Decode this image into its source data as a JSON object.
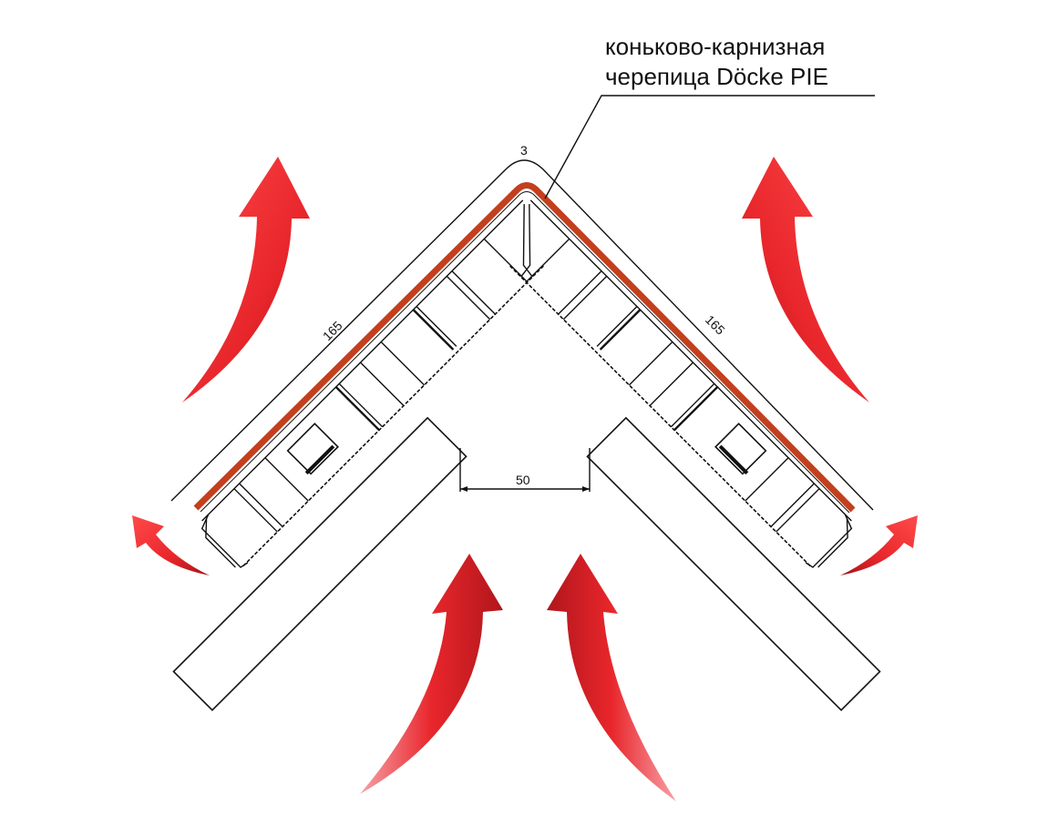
{
  "callout": {
    "line1": "коньково-карнизная",
    "line2": "черепица Döcke PIE"
  },
  "dimensions": {
    "ridge_gap": "3",
    "left_slope": "165",
    "right_slope": "165",
    "rafter_gap": "50"
  },
  "colors": {
    "tile_red": "#c33f1d",
    "arrow_red": "#e8262b",
    "arrow_dark": "#a3151a",
    "line": "#111111"
  },
  "icons": [
    "airflow-arrow-icon"
  ]
}
